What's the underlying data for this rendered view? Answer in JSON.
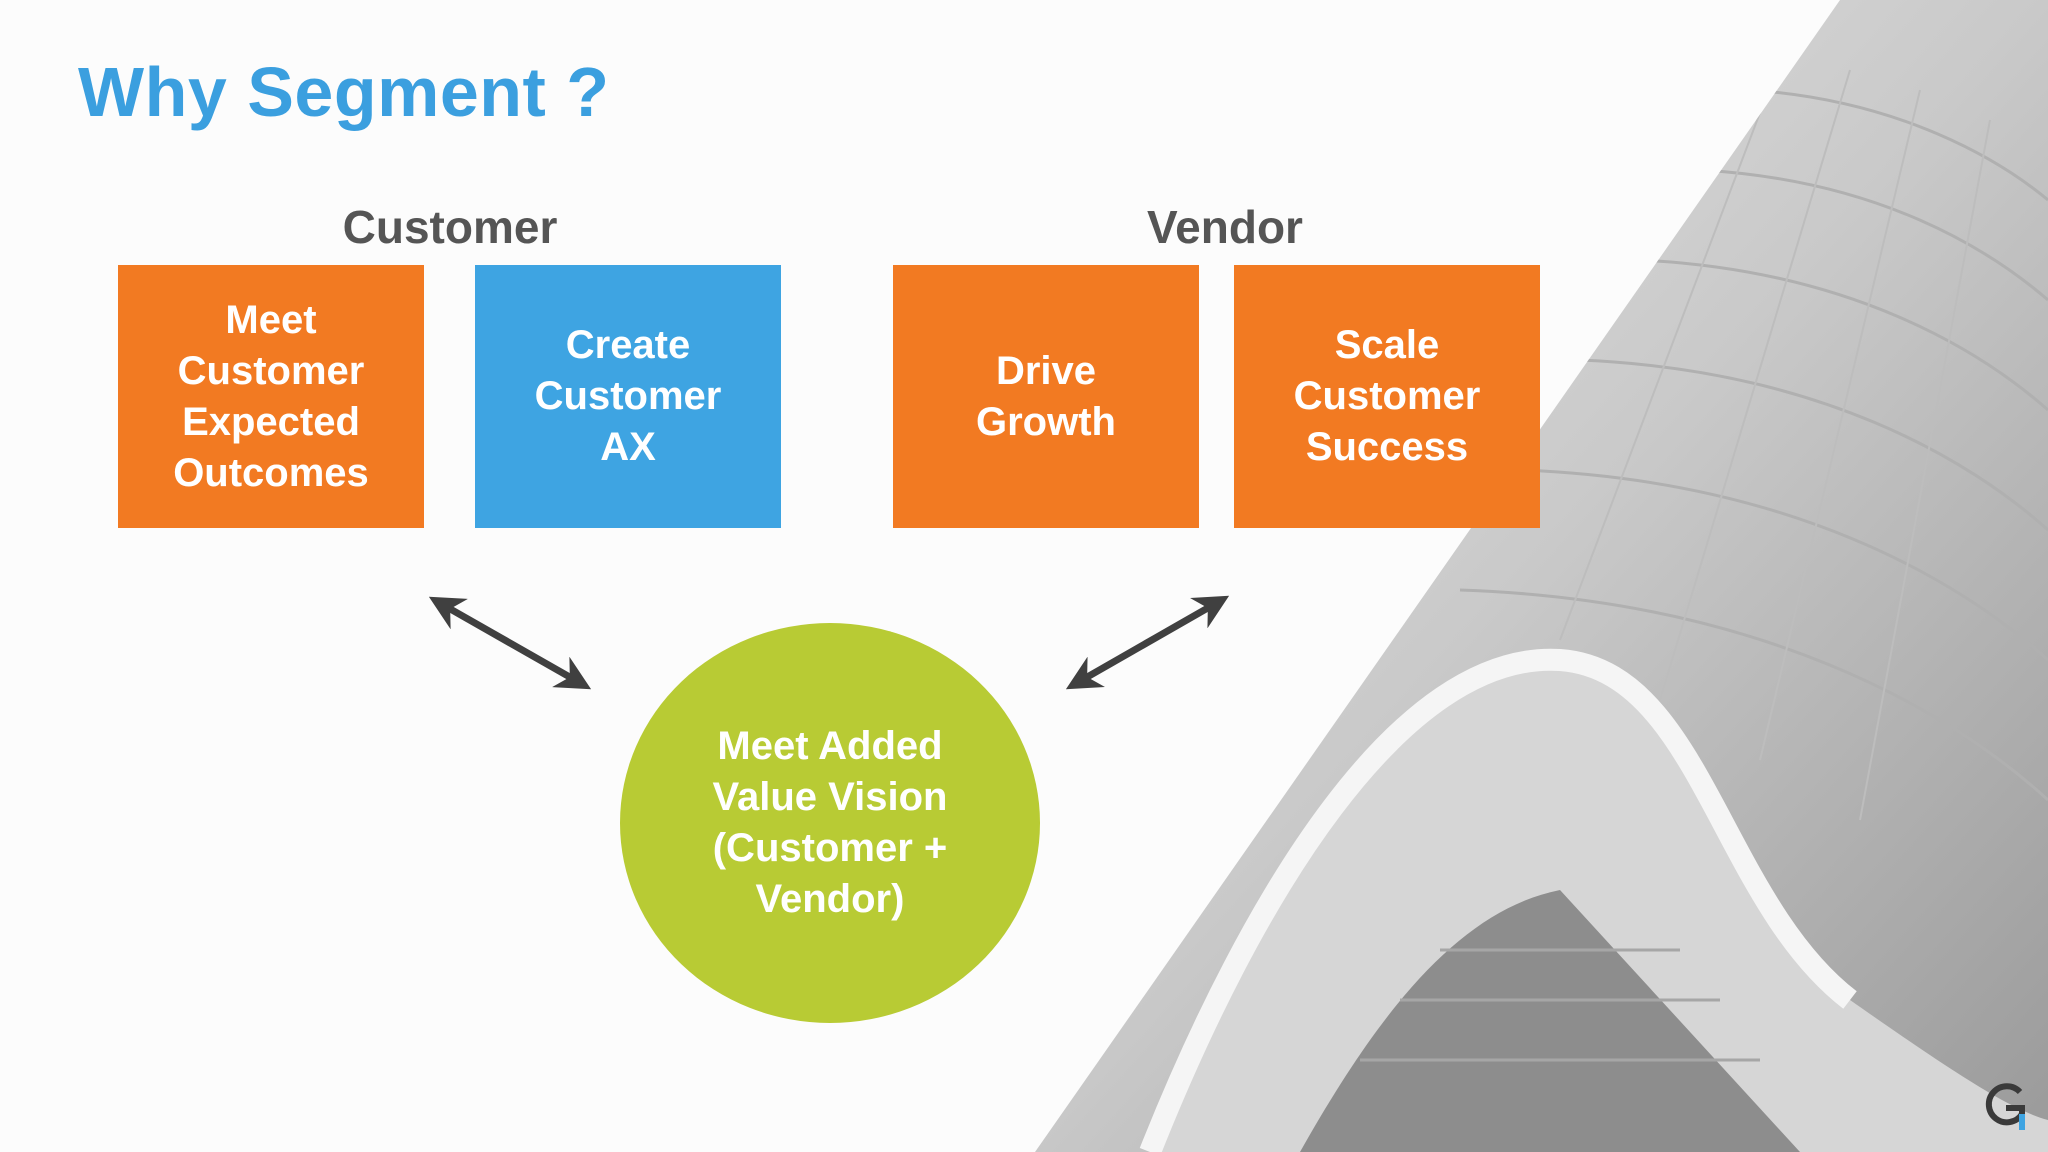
{
  "slide": {
    "title": "Why Segment ?",
    "customer_label": "Customer",
    "vendor_label": "Vendor",
    "boxes": [
      {
        "label": "Meet\nCustomer\nExpected\nOutcomes",
        "color": "#f27a22"
      },
      {
        "label": "Create\nCustomer\nAX",
        "color": "#3ea4e2"
      },
      {
        "label": "Drive\nGrowth",
        "color": "#f27a22"
      },
      {
        "label": "Scale\nCustomer\nSuccess",
        "color": "#f27a22"
      }
    ],
    "center": {
      "label": "Meet Added\nValue Vision\n(Customer +\nVendor)",
      "color": "#b8cb34"
    }
  },
  "colors": {
    "title": "#3b9fdf",
    "arrow": "#404040",
    "label": "#555555"
  },
  "icons": {
    "logo": "g-logo-icon",
    "arrows": "double-arrow-icon"
  }
}
